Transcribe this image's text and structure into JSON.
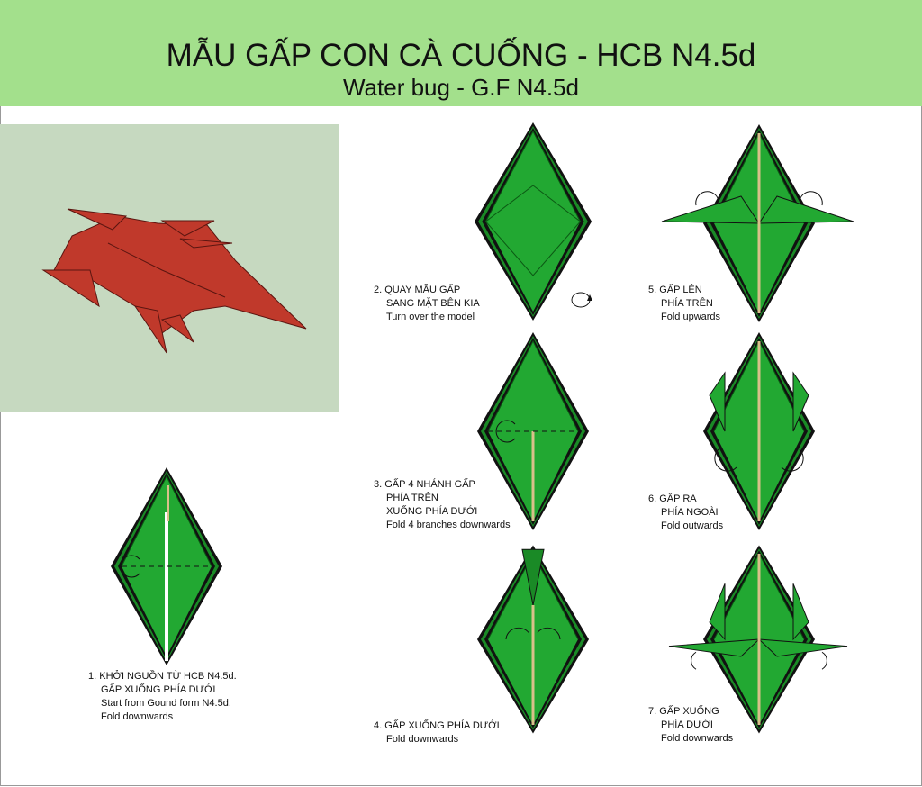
{
  "header": {
    "title": "MẪU GẤP CON CÀ CUỐNG - HCB N4.5d",
    "subtitle": "Water bug - G.F N4.5d"
  },
  "steps": [
    {
      "lines": [
        "1. KHỞI NGUỒN TỪ HCB N4.5d.",
        "GẤP XUỐNG PHÍA DƯỚI",
        "Start from Gound form N4.5d.",
        "Fold downwards"
      ]
    },
    {
      "lines": [
        "2. QUAY MẪU GẤP",
        "SANG MẶT BÊN KIA",
        "Turn over the model"
      ]
    },
    {
      "lines": [
        "3. GẤP 4 NHÁNH GẤP",
        "PHÍA TRÊN",
        "XUỐNG PHÍA DƯỚI",
        "Fold 4 branches downwards"
      ]
    },
    {
      "lines": [
        "4. GẤP XUỐNG PHÍA DƯỚI",
        "Fold downwards"
      ]
    },
    {
      "lines": [
        "5. GẤP LÊN",
        "PHÍA TRÊN",
        "Fold upwards"
      ]
    },
    {
      "lines": [
        "6. GẤP RA",
        "PHÍA NGOÀI",
        "Fold outwards"
      ]
    },
    {
      "lines": [
        "7. GẤP XUỐNG",
        "PHÍA DƯỚI",
        "Fold downwards"
      ]
    }
  ],
  "colors": {
    "header": "#a3e08c",
    "paper": "#22a832",
    "model": "#c0392b",
    "photo_bg": "#c6d9c0"
  }
}
